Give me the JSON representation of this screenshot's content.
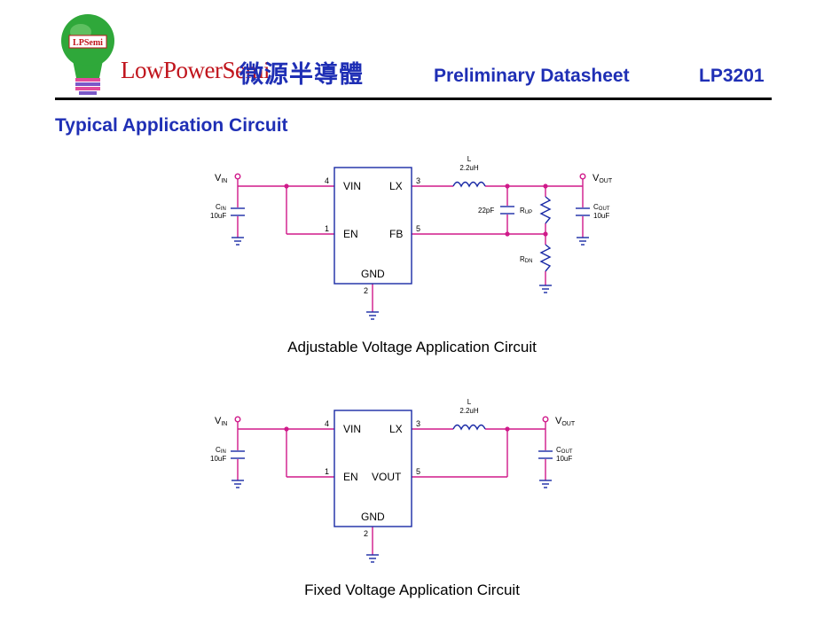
{
  "header": {
    "logo_badge": "LPSemi",
    "brand_en": "LowPowerSemi",
    "brand_zh": "微源半導體",
    "doc_type": "Preliminary Datasheet",
    "part_no": "LP3201"
  },
  "section_title": "Typical Application Circuit",
  "colors": {
    "wire": "#d01a8a",
    "ic": "#1a2aa6",
    "accent": "#1f2fb5",
    "brand_red": "#c0141c"
  },
  "circuit1": {
    "caption": "Adjustable Voltage Application Circuit",
    "vin": "V",
    "vin_sub": "IN",
    "cin": "C",
    "cin_sub": "IN",
    "cin_val": "10uF",
    "pin_vin": "VIN",
    "pin_lx": "LX",
    "pin_en": "EN",
    "pin_fb": "FB",
    "pin_gnd": "GND",
    "pin4": "4",
    "pin1": "1",
    "pin3": "3",
    "pin5": "5",
    "pin2": "2",
    "ind_label": "L",
    "ind_val": "2.2uH",
    "cff_val": "22pF",
    "rup": "R",
    "rup_sub": "UP",
    "rdn": "R",
    "rdn_sub": "DN",
    "vout": "V",
    "vout_sub": "OUT",
    "cout": "C",
    "cout_sub": "OUT",
    "cout_val": "10uF"
  },
  "circuit2": {
    "caption": "Fixed Voltage Application Circuit",
    "vin": "V",
    "vin_sub": "IN",
    "cin": "C",
    "cin_sub": "IN",
    "cin_val": "10uF",
    "pin_vin": "VIN",
    "pin_lx": "LX",
    "pin_en": "EN",
    "pin_vout": "VOUT",
    "pin_gnd": "GND",
    "pin4": "4",
    "pin1": "1",
    "pin3": "3",
    "pin5": "5",
    "pin2": "2",
    "ind_label": "L",
    "ind_val": "2.2uH",
    "vout": "V",
    "vout_sub": "OUT",
    "cout": "C",
    "cout_sub": "OUT",
    "cout_val": "10uF"
  }
}
